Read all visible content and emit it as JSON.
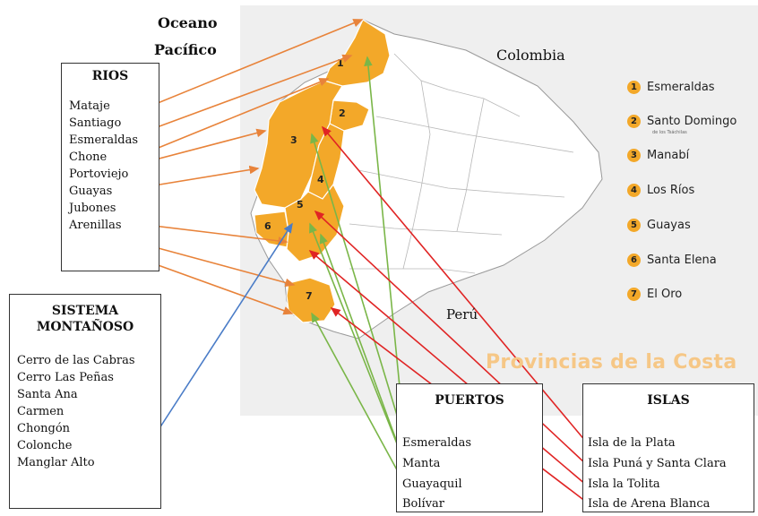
{
  "map": {
    "ocean_label_line1": "Oceano",
    "ocean_label_line2": "Pacífico",
    "colombia_label": "Colombia",
    "peru_label": "Perú",
    "banner_title": "Provincias de la Costa",
    "colors": {
      "province_fill": "#f3a829",
      "land_fill": "#ffffff",
      "background": "#efefef",
      "banner_text": "#f6c786"
    }
  },
  "legend": {
    "items": [
      {
        "num": "1",
        "name": "Esmeraldas"
      },
      {
        "num": "2",
        "name": "Santo Domingo"
      },
      {
        "num": "3",
        "name": "Manabí"
      },
      {
        "num": "4",
        "name": "Los Ríos"
      },
      {
        "num": "5",
        "name": "Guayas"
      },
      {
        "num": "6",
        "name": "Santa Elena"
      },
      {
        "num": "7",
        "name": "El Oro"
      }
    ],
    "santo_domingo_sub": "de los Tsáchilas"
  },
  "provinces": [
    "1",
    "2",
    "3",
    "4",
    "5",
    "6",
    "7"
  ],
  "rios": {
    "title": "RIOS",
    "items": [
      "Mataje",
      "Santiago",
      "Esmeraldas",
      "Chone",
      "Portoviejo",
      "Guayas",
      "Jubones",
      "Arenillas"
    ]
  },
  "sistema": {
    "title_line1": "SISTEMA",
    "title_line2": "MONTAÑOSO",
    "items": [
      "Cerro de las Cabras",
      "Cerro Las Peñas",
      "Santa Ana",
      "Carmen",
      "Chongón",
      "Colonche",
      "Manglar Alto"
    ]
  },
  "puertos": {
    "title": "PUERTOS",
    "items": [
      "Esmeraldas",
      "Manta",
      "Guayaquil",
      "Bolívar"
    ]
  },
  "islas": {
    "title": "ISLAS",
    "items": [
      "Isla de la Plata",
      "Isla Puná y Santa Clara",
      "Isla la Tolita",
      "Isla de Arena Blanca"
    ]
  },
  "connector_colors": {
    "rios": "#e8833a",
    "sistema": "#4a7cc7",
    "puertos": "#7ab648",
    "islas": "#e02424"
  }
}
